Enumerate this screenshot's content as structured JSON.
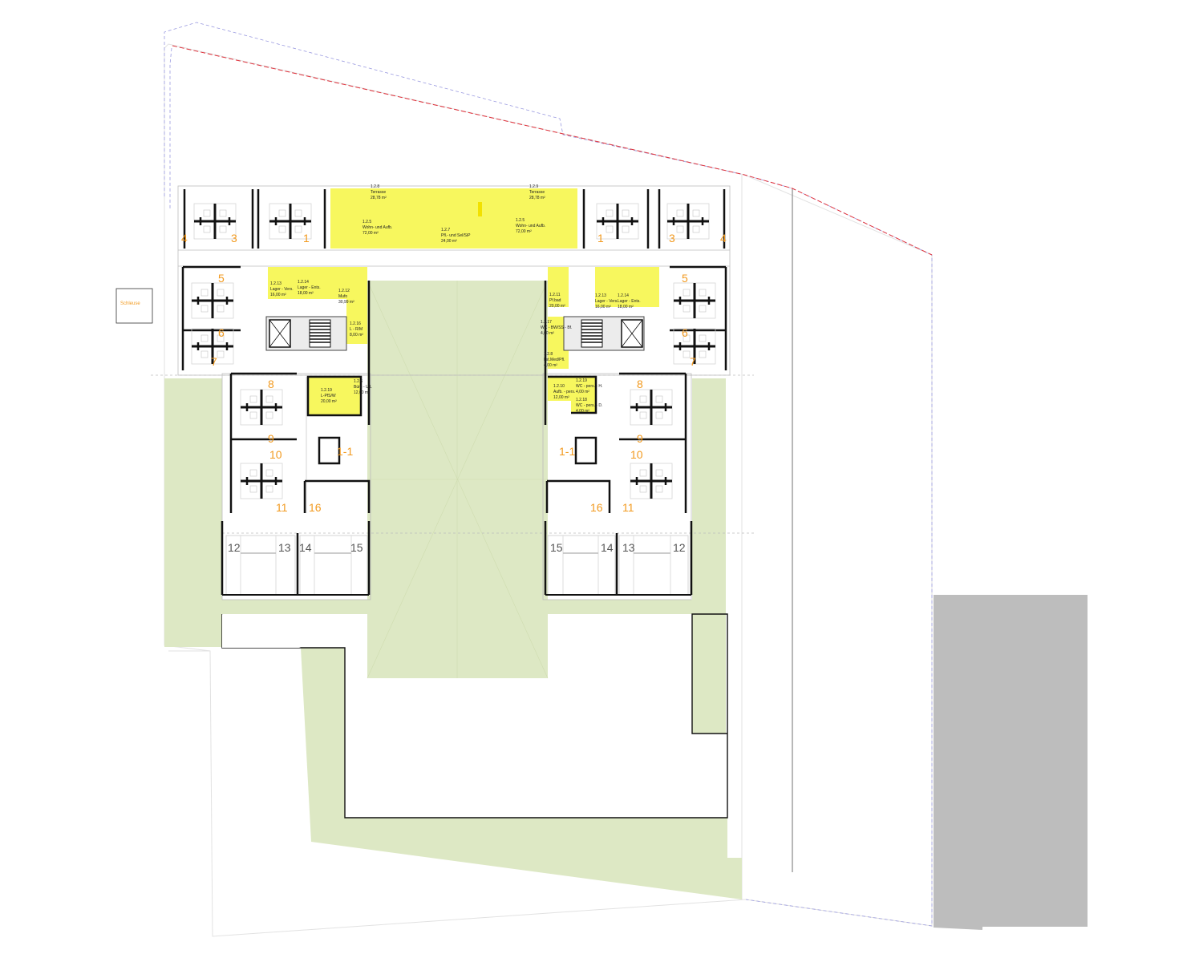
{
  "colors": {
    "green": "#dde8c4",
    "yellow": "#f7f75e",
    "gray": "#bdbdbd",
    "orange": "#f29a1f",
    "boundary_red": "#e0303a",
    "boundary_blue": "#9a9ae0"
  },
  "schleuse": "Schleuse",
  "numbers": {
    "n1": "1",
    "n3": "3",
    "n4": "4",
    "n5": "5",
    "n6": "6",
    "n7": "7",
    "n8": "8",
    "n9": "9",
    "n10": "10",
    "n11": "11",
    "n12": "12",
    "n13": "13",
    "n14": "14",
    "n15": "15",
    "n16": "16",
    "n1_1": "1-1"
  },
  "rooms": {
    "r128": [
      "1.2.8",
      "Terrasse",
      "28,78 m²"
    ],
    "r129": [
      "1.2.9",
      "Terrasse",
      "28,78 m²"
    ],
    "r125a": [
      "1.2.5",
      "Wohn- und Aufb.",
      "72,00 m²"
    ],
    "r127": [
      "1.2.7",
      "Pfl.- und Sel/SiP",
      "24,00 m²"
    ],
    "r125b": [
      "1.2.5",
      "Wohn- und Aufb.",
      "72,00 m²"
    ],
    "r1213": [
      "1.2.13",
      "Lager - Vers.",
      "16,00 m²"
    ],
    "r1214": [
      "1.2.14",
      "Lager - Ents.",
      "18,00 m²"
    ],
    "r1212": [
      "1.2.12",
      "Mufo",
      "30,99 m²"
    ],
    "r1216": [
      "1.2.16",
      "L - R/M",
      "8,00 m²"
    ],
    "r1219": [
      "1.2.19",
      "L-PfS/W",
      "20,00 m²"
    ],
    "r126": [
      "1.2.6",
      "Büro - U/L",
      "12,00 m²"
    ],
    "r1211": [
      "1.2.11",
      "Pf.bad",
      "20,00 m²"
    ],
    "r1213b": [
      "1.2.13",
      "Lager - Vers.",
      "16,00 m²"
    ],
    "r1214b": [
      "1.2.14",
      "Lager - Ents.",
      "18,00 m²"
    ],
    "r1217": [
      "1.2.17",
      "WC - BW/SS - Bf.",
      "4,00 m²"
    ],
    "r128b": [
      "1.2.8",
      "Lst.Med/Pfl.",
      "4,00 m²"
    ],
    "r1210": [
      "1.2.10",
      "Aufb. - pers.",
      "12,00 m²"
    ],
    "r1219b": [
      "1.2.19",
      "WC - pers. - H.",
      "4,00 m²"
    ],
    "r1218": [
      "1.2.18",
      "WC - pers. - D.",
      "4,00 m²"
    ]
  }
}
